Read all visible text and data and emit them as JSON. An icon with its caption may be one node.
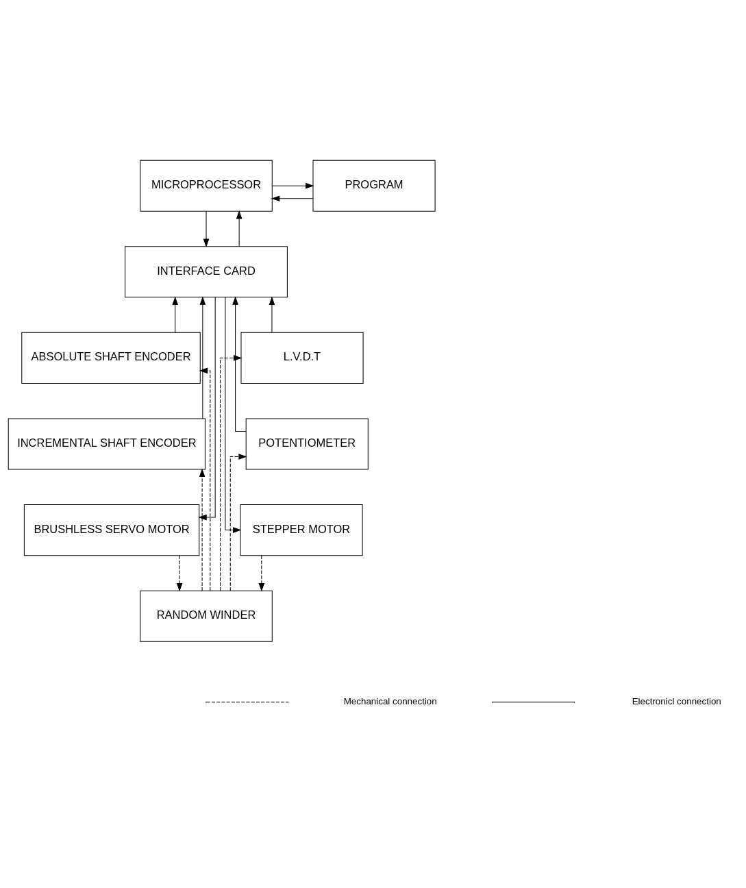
{
  "diagram": {
    "nodes": [
      {
        "text": [
          "MICROPROCESSOR"
        ]
      },
      {
        "text": [
          "PROGRAM"
        ]
      },
      {
        "text": [
          "INTERFACE CARD"
        ]
      },
      {
        "text": [
          "ABSOLUTE SHAFT ENCODER"
        ]
      },
      {
        "text": [
          "L.V.D.T"
        ]
      },
      {
        "text": [
          "INCREMENTAL SHAFT ENCODER"
        ]
      },
      {
        "text": [
          "POTENTIOMETER"
        ]
      },
      {
        "text": [
          "BRUSHLESS SERVO MOTOR"
        ]
      },
      {
        "text": [
          "STEPPER MOTOR"
        ]
      },
      {
        "text": [
          "RANDOM WINDER"
        ]
      }
    ],
    "edges": [
      {
        "from": 1,
        "to": 0,
        "arrow": "to"
      },
      {
        "from": 0,
        "to": 1,
        "arrow": "to"
      },
      {
        "from": 0,
        "to": 2,
        "arrow": "to"
      },
      {
        "from": 2,
        "to": 0,
        "arrow": "to"
      },
      {
        "from": 2,
        "to": 7,
        "arrow": "to"
      },
      {
        "from": 5,
        "to": 2,
        "arrow": "to"
      },
      {
        "from": 3,
        "to": 2,
        "arrow": "to"
      },
      {
        "from": 4,
        "to": 2,
        "arrow": "to"
      },
      {
        "from": 6,
        "to": 2,
        "arrow": "to"
      },
      {
        "from": 2,
        "to": 8,
        "arrow": "to"
      },
      {
        "from": 7,
        "to": 9,
        "arrow": "to",
        "style": "dashed"
      },
      {
        "from": 9,
        "to": 5,
        "arrow": "to",
        "style": "dashed"
      },
      {
        "from": 9,
        "to": 3,
        "arrow": "to",
        "style": "dashed"
      },
      {
        "from": 9,
        "to": 4,
        "arrow": "to",
        "style": "dashed"
      },
      {
        "from": 9,
        "to": 6,
        "arrow": "to",
        "style": "dashed"
      },
      {
        "from": 8,
        "to": 9,
        "arrow": "to",
        "style": "dashed"
      }
    ],
    "legend": [
      {
        "text": "Mechanical connection"
      },
      {
        "text": "Electronicl connection"
      }
    ]
  }
}
